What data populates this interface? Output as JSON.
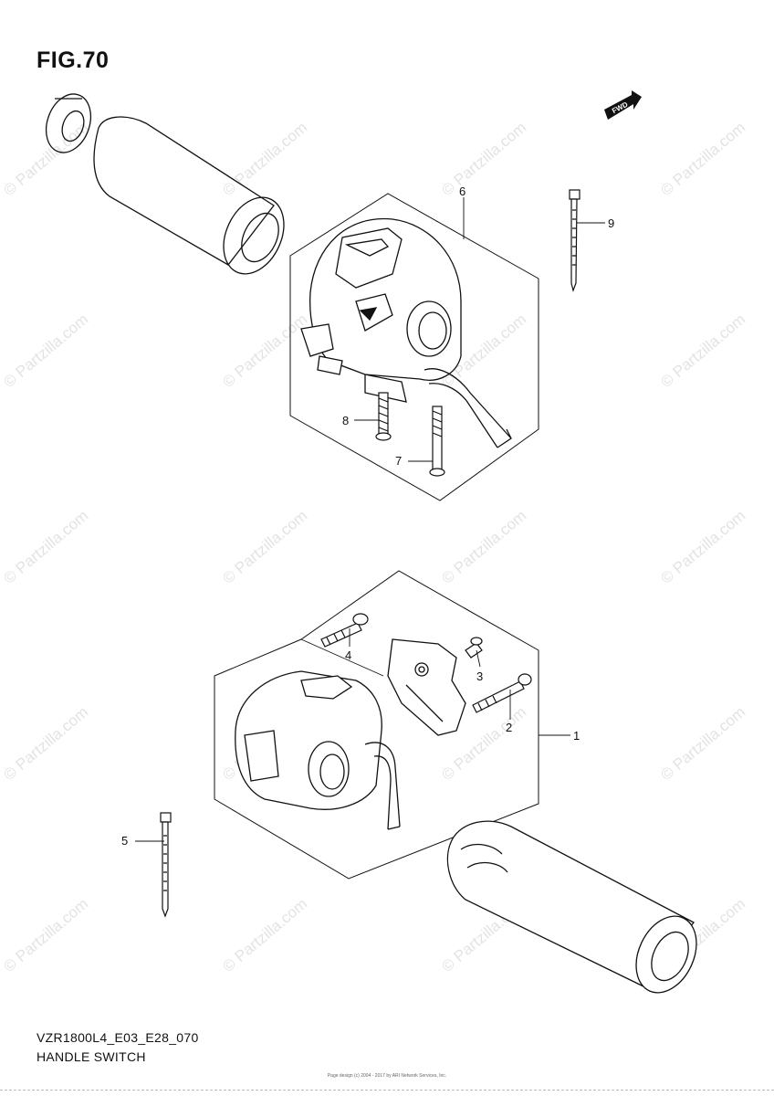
{
  "figure": {
    "title": "FIG.70"
  },
  "footer": {
    "model_code": "VZR1800L4_E03_E28_070",
    "group_name": "HANDLE SWITCH"
  },
  "copyright_line1": "Page design (c) 2004 - 2017 by ARI Network Services, Inc.",
  "watermark": {
    "text": "© Partzilla.com",
    "color": "#e3e3e3"
  },
  "direction_marker": {
    "label": "FWD"
  },
  "callouts": [
    {
      "ref": "1"
    },
    {
      "ref": "2"
    },
    {
      "ref": "3"
    },
    {
      "ref": "4"
    },
    {
      "ref": "5"
    },
    {
      "ref": "6"
    },
    {
      "ref": "7"
    },
    {
      "ref": "8"
    },
    {
      "ref": "9"
    }
  ]
}
